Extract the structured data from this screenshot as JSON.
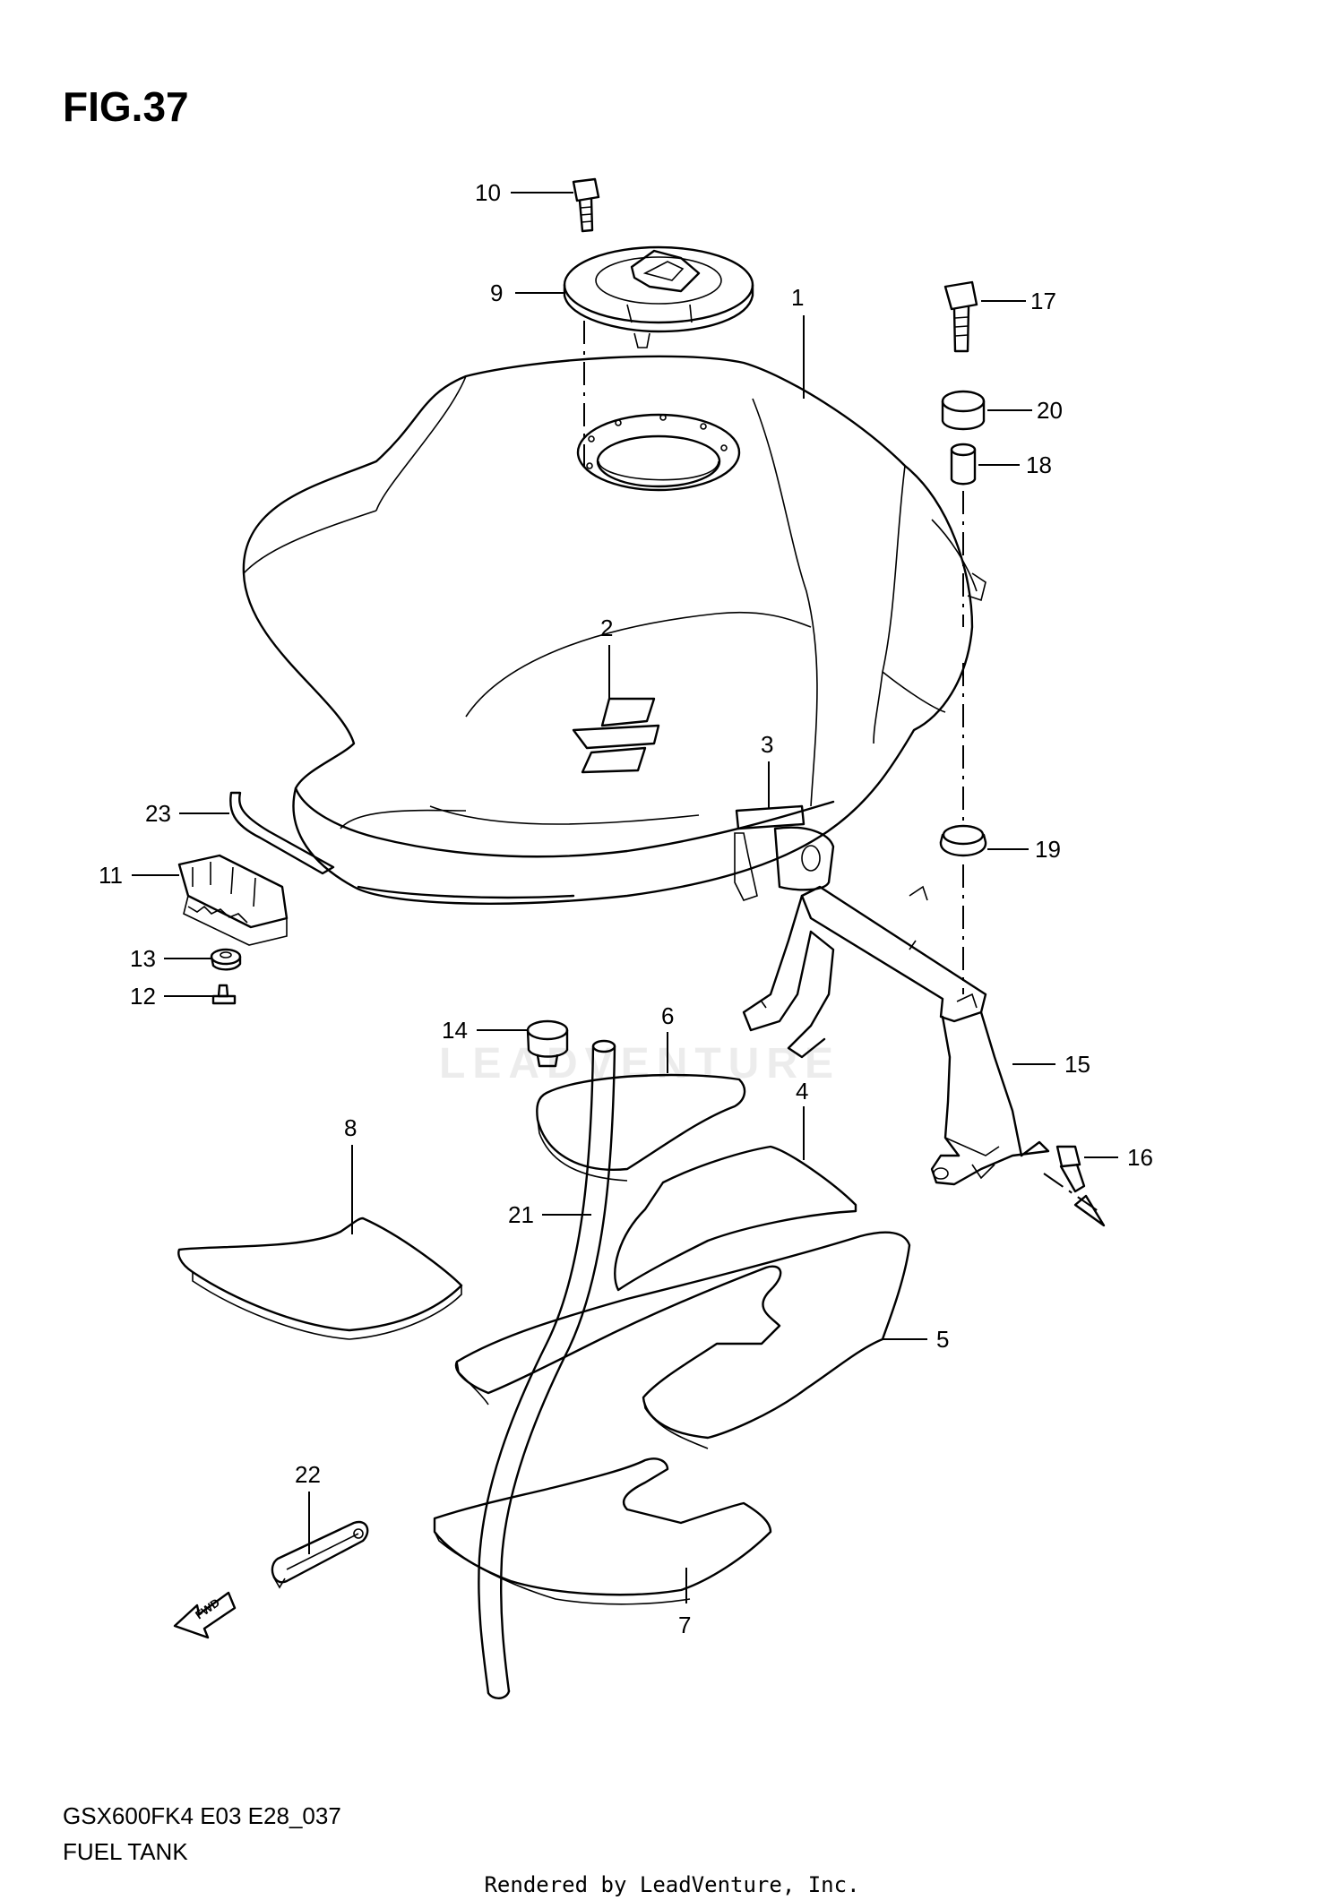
{
  "figure": {
    "title": "FIG.37",
    "model_code": "GSX600FK4 E03 E28_037",
    "caption": "FUEL TANK",
    "rendered_by": "Rendered by LeadVenture, Inc.",
    "watermark": "LEADVENTURE",
    "fwd_label": "FWD"
  },
  "callouts": [
    {
      "num": "1"
    },
    {
      "num": "2"
    },
    {
      "num": "3"
    },
    {
      "num": "4"
    },
    {
      "num": "5"
    },
    {
      "num": "6"
    },
    {
      "num": "7"
    },
    {
      "num": "8"
    },
    {
      "num": "9"
    },
    {
      "num": "10"
    },
    {
      "num": "11"
    },
    {
      "num": "12"
    },
    {
      "num": "13"
    },
    {
      "num": "14"
    },
    {
      "num": "15"
    },
    {
      "num": "16"
    },
    {
      "num": "17"
    },
    {
      "num": "18"
    },
    {
      "num": "19"
    },
    {
      "num": "20"
    },
    {
      "num": "21"
    },
    {
      "num": "22"
    },
    {
      "num": "23"
    }
  ]
}
